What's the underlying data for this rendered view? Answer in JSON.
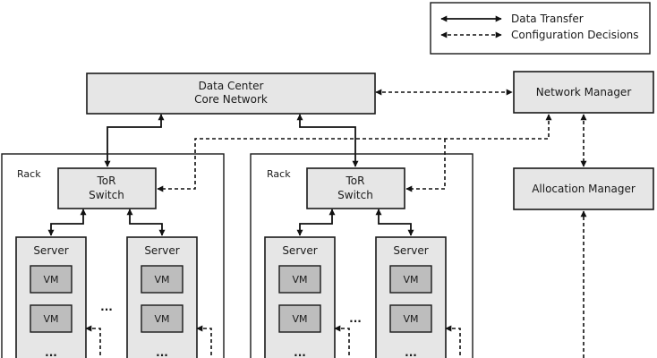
{
  "legend": {
    "data_transfer": "Data Transfer",
    "configuration_decisions": "Configuration Decisions"
  },
  "core_network": {
    "line1": "Data Center",
    "line2": "Core Network"
  },
  "network_manager": "Network Manager",
  "allocation_manager": "Allocation Manager",
  "racks": [
    {
      "label": "Rack",
      "switch": {
        "line1": "ToR",
        "line2": "Switch"
      },
      "servers": [
        {
          "label": "Server",
          "vms": [
            "VM",
            "VM"
          ],
          "more": "..."
        },
        {
          "label": "Server",
          "vms": [
            "VM",
            "VM"
          ],
          "more": "..."
        }
      ],
      "between_servers": "..."
    },
    {
      "label": "Rack",
      "switch": {
        "line1": "ToR",
        "line2": "Switch"
      },
      "servers": [
        {
          "label": "Server",
          "vms": [
            "VM",
            "VM"
          ],
          "more": "..."
        },
        {
          "label": "Server",
          "vms": [
            "VM",
            "VM"
          ],
          "more": "..."
        }
      ],
      "between_servers": "..."
    }
  ]
}
